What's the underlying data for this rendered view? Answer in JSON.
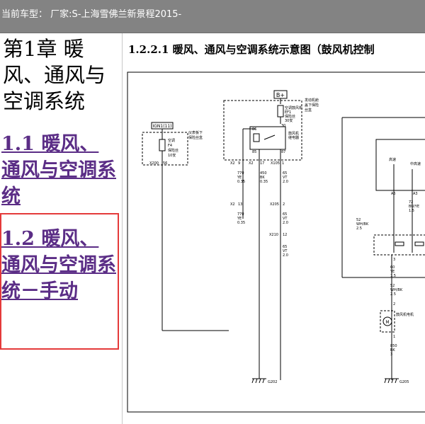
{
  "window": {
    "title": "当前车型： 厂家:S-上海雪佛兰新景程2015-"
  },
  "sidebar": {
    "chapter_title": "第1章 暖风、通风与空调系统",
    "items": [
      {
        "label": "1.1 暖风、通风与空调系统"
      },
      {
        "label": "1.2 暖风、通风与空调系统－手动"
      }
    ]
  },
  "content": {
    "heading": "1.2.2.1 暖风、通风与空调系统示意图（鼓风机控制",
    "diagram": {
      "labels": {
        "b_plus": "B+",
        "ign": "IGN1(11)",
        "ipfuse1": "仪表板下",
        "ipfuse2": "保险丝盒",
        "ac": "空调",
        "f4": "F4",
        "fuse": "保险丝",
        "f4a": "10安",
        "x200": "X200",
        "p56": "56",
        "eng1": "发动机舱",
        "eng2": "盖下保险",
        "eng3": "丝盒",
        "blr_fuse": "空调鼓风机",
        "ef1": "EF1",
        "ef1b": "保险丝",
        "ef1a": "30安",
        "p30": "30",
        "p86": "86",
        "p85": "85",
        "p87": "87",
        "relay1": "鼓风机",
        "relay2": "继电器",
        "x2a": "X2",
        "p9": "9",
        "x2b": "X2",
        "p17": "17",
        "x105": "X105",
        "p1": "1",
        "w770": "770",
        "wYE": "YE",
        "w035": "0.35",
        "w450": "450",
        "wBK": "BK",
        "w65": "65",
        "wVT": "VT",
        "w20": "2.0",
        "x2c": "X2",
        "p13": "13",
        "x205": "X205",
        "p2": "2",
        "x210": "X210",
        "p12": "12",
        "high": "高速",
        "mid": "中高速",
        "a6": "A6",
        "a3": "A3",
        "w72": "72",
        "wBUYE": "BU/YE",
        "w15": "1.5",
        "w52": "52",
        "wWHBK": "WH/BK",
        "w25": "2.5",
        "p3": "3",
        "w60": "60",
        "p2b": "2",
        "blower1": "鼓风机电机",
        "m": "M",
        "p1b": "1",
        "w850": "850",
        "p3b": "3",
        "g202": "G202",
        "g205": "G205"
      }
    }
  }
}
